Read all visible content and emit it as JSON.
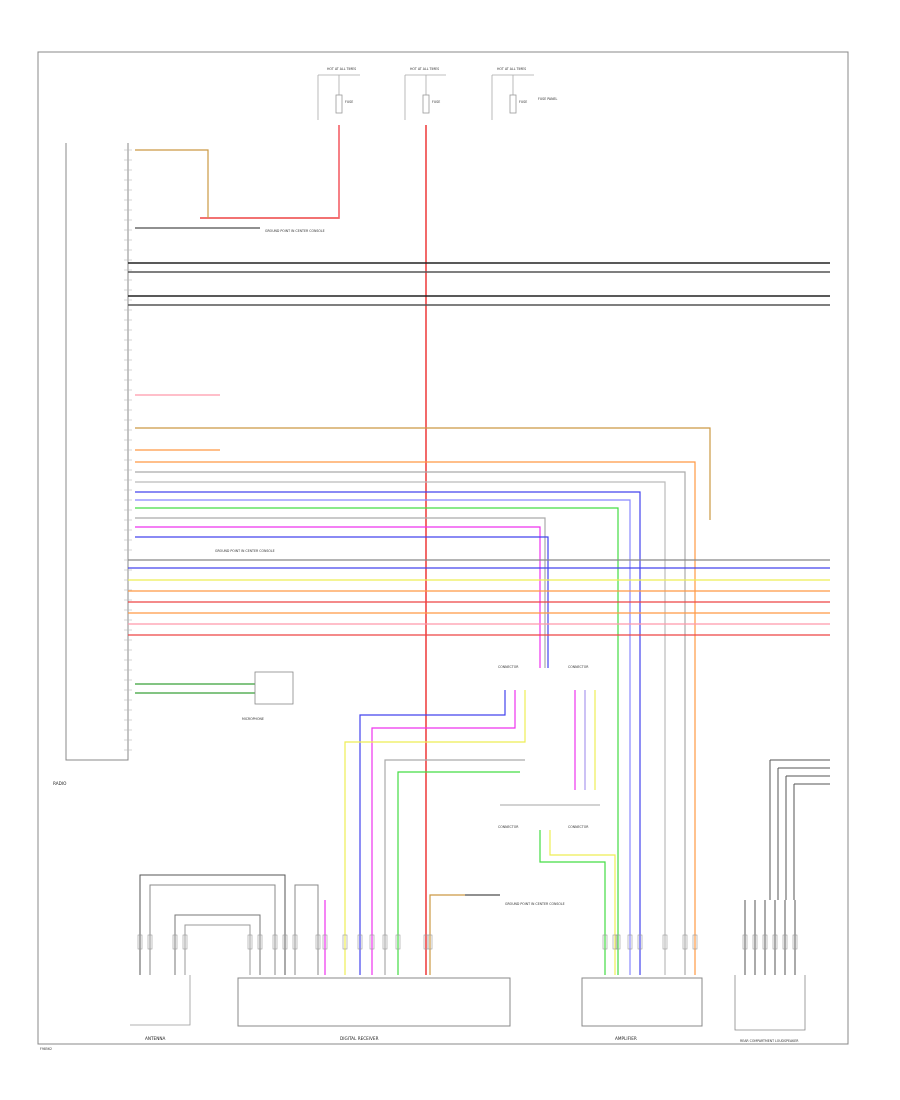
{
  "diagram": {
    "page_label": "F98562",
    "left_module_label": "RADIO",
    "components": {
      "antenna": "ANTENNA",
      "digital_receiver": "DIGITAL RECEIVER",
      "amplifier": "AMPLIFIER",
      "rear_speaker": "REAR COMPARTMENT LOUDSPEAKER",
      "microphone": "MICROPHONE"
    },
    "fuses": [
      {
        "label": "HOT AT ALL TIMES",
        "fuse": "FUSE"
      },
      {
        "label": "HOT AT ALL TIMES",
        "fuse": "FUSE"
      },
      {
        "label": "HOT AT ALL TIMES",
        "fuse": "FUSE"
      }
    ],
    "notes": {
      "fuse_note": "FUSE PANEL",
      "ground_note_1": "GROUND POINT IN CENTER CONSOLE",
      "ground_note_2": "GROUND POINT IN CENTER CONSOLE",
      "ground_note_3": "GROUND POINT IN CENTER CONSOLE",
      "connector_1": "CONNECTOR",
      "connector_2": "CONNECTOR",
      "connector_3": "CONNECTOR",
      "connector_4": "CONNECTOR"
    },
    "colors": {
      "red": "#ee4444",
      "pink": "#ff99aa",
      "orange": "#ff9944",
      "yellow": "#eeee55",
      "green": "#44dd44",
      "blue": "#4444ee",
      "magenta": "#ee33ee",
      "brown": "#cc9944",
      "gray": "#999999",
      "black": "#222222"
    }
  }
}
